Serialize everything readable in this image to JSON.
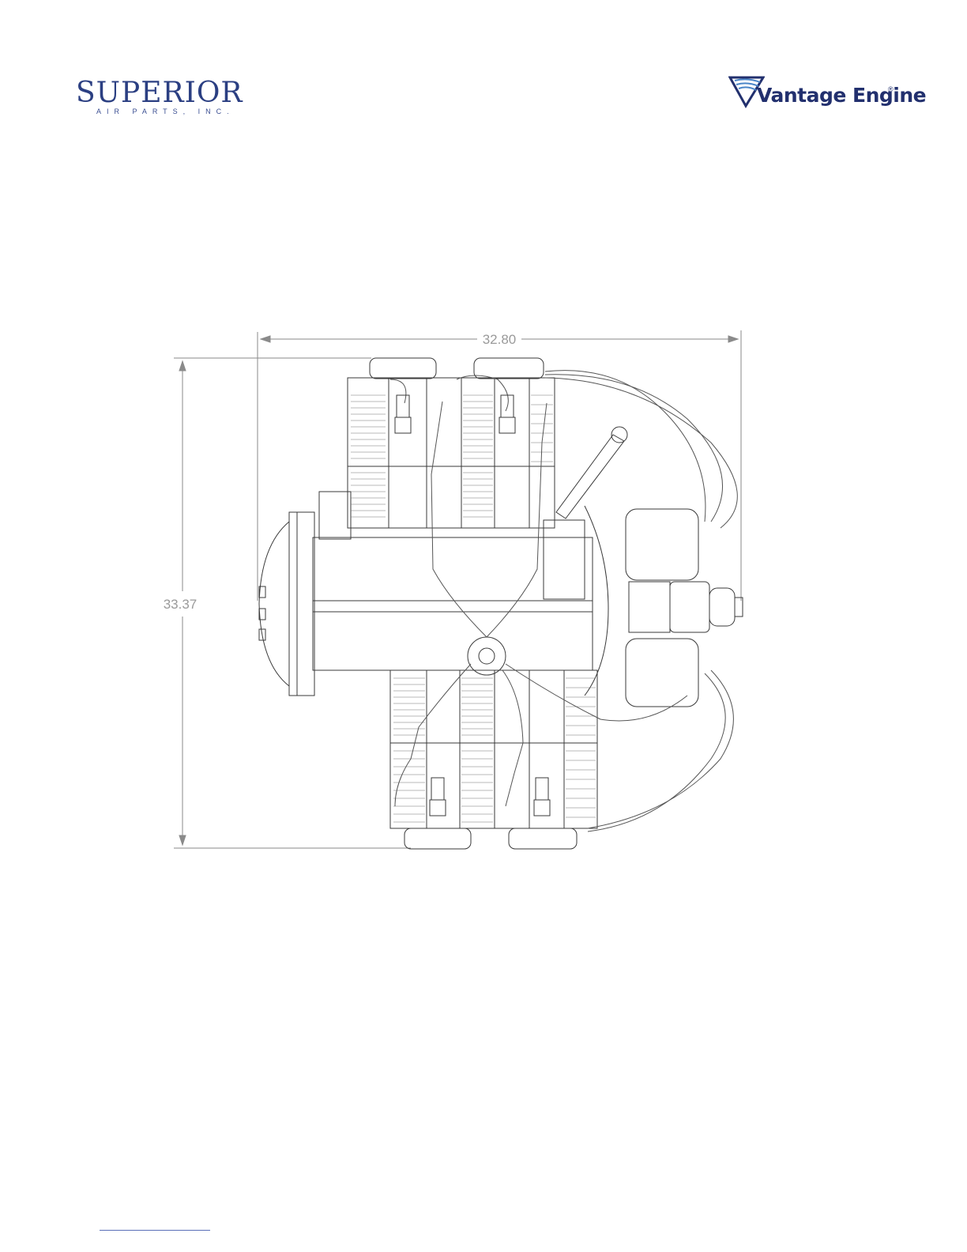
{
  "logos": {
    "left": {
      "wordmark": "SUPERIOR",
      "tagline": "AIR PARTS, INC.",
      "brand_color": "#2b3f82"
    },
    "right": {
      "wordmark": "Vantage Engine",
      "mark": "®",
      "brand_color": "#22306e"
    }
  },
  "drawing": {
    "dimensions": {
      "width": "32.80",
      "height": "33.37"
    },
    "line_color": "#333333",
    "dimension_color": "#9a9a9a"
  }
}
